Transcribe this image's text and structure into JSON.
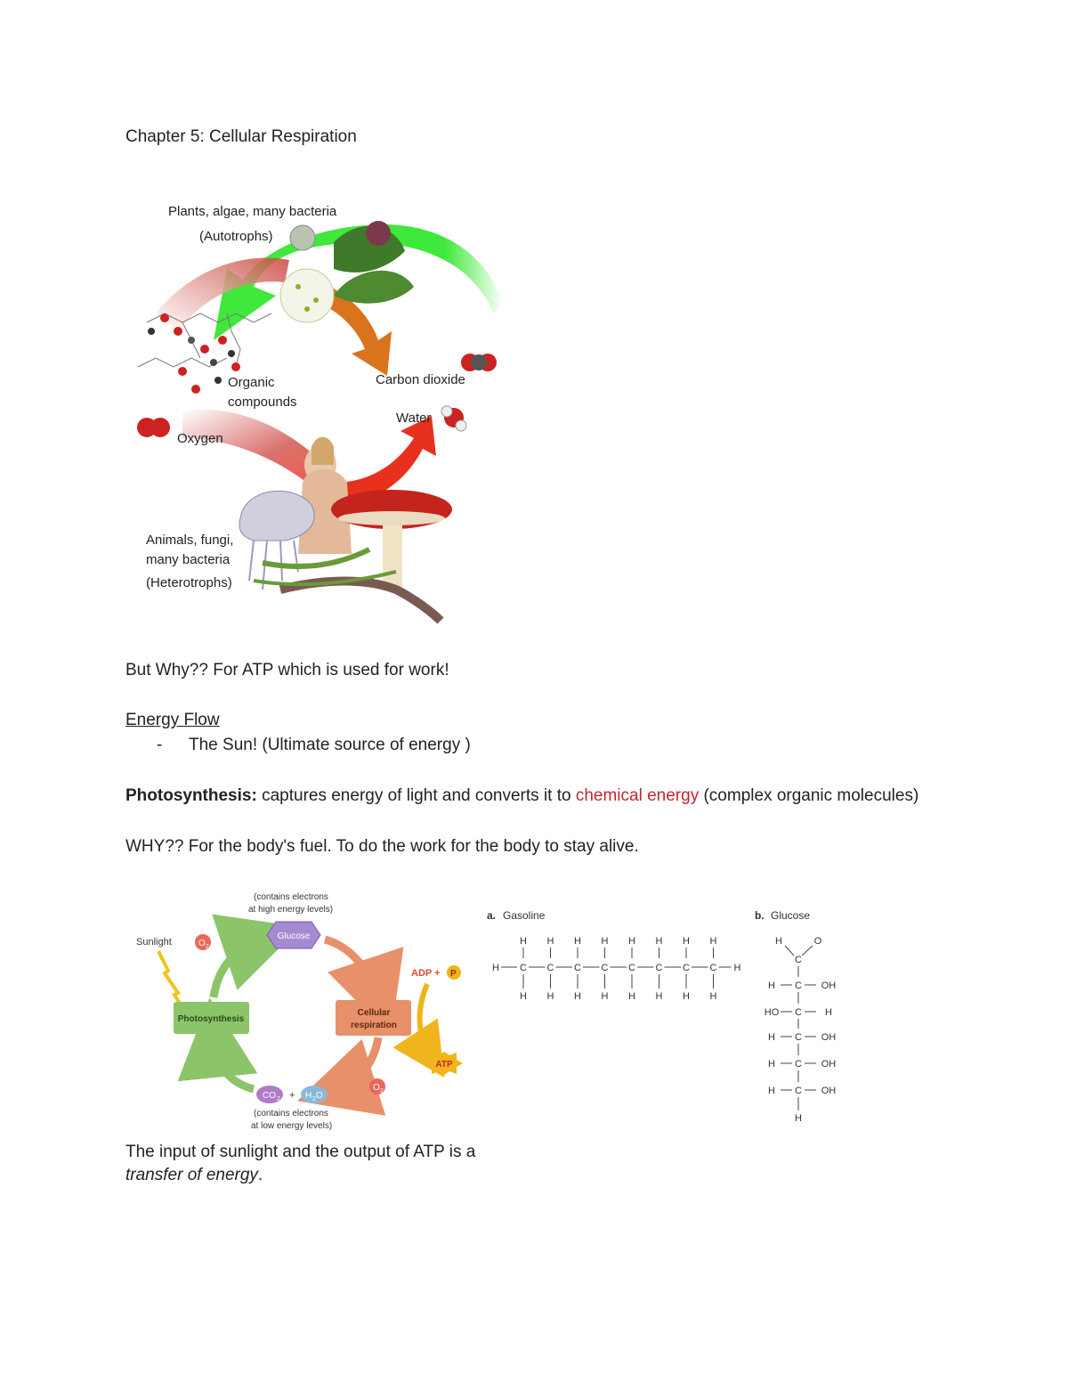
{
  "doc": {
    "title": "Chapter 5: Cellular Respiration",
    "why_atp": "But Why?? For ATP which is used for work!",
    "energy_flow_heading": "Energy Flow",
    "bullet_dash": "-",
    "bullet_text": "The Sun! (Ultimate source of energy )",
    "photosynthesis_term": "Photosynthesis:",
    "photosynthesis_def_1": " captures energy of light and converts it to ",
    "photosynthesis_highlight": "chemical energy",
    "photosynthesis_def_2": " (complex organic molecules)",
    "why_fuel": "WHY?? For the body's fuel. To do the work for the body to stay alive.",
    "transfer_line1": "The input of sunlight and the output of ATP is a",
    "transfer_line2_italic": "transfer of energy",
    "transfer_line2_end": ".",
    "highlight_color": "#c0282d"
  },
  "figure1": {
    "autotrophs_label1": "Plants, algae, many bacteria",
    "autotrophs_label2": "(Autotrophs)",
    "organic_label1": "Organic",
    "organic_label2": "compounds",
    "oxygen_label": "Oxygen",
    "co2_label": "Carbon dioxide",
    "water_label": "Water",
    "heterotrophs_label1": "Animals, fungi,",
    "heterotrophs_label2": "many bacteria",
    "heterotrophs_label3": "(Heterotrophs)",
    "green_arrow_color": "#3fe83a",
    "red_arrow_color": "#e8311c",
    "orange_arrow_color": "#d9731c"
  },
  "figure2": {
    "sunlight": "Sunlight",
    "glucose_note1": "(contains electrons",
    "glucose_note2": "at high energy levels)",
    "glucose": "Glucose",
    "o2": "O",
    "o2_sub": "2",
    "adp": "ADP +",
    "p": "P",
    "photosynthesis": "Photosynthesis",
    "cellular": "Cellular",
    "respiration": "respiration",
    "atp": "ATP",
    "co2": "CO",
    "co2_sub": "2",
    "plus": "+",
    "h2o": "H",
    "h2o_sub": "2",
    "h2o_end": "O",
    "low_note1": "(contains electrons",
    "low_note2": "at low energy levels)",
    "photo_color": "#8cc46a",
    "resp_color": "#e8906a"
  },
  "figure3": {
    "a_letter": "a.",
    "a_title": "Gasoline",
    "b_letter": "b.",
    "b_title": "Glucose",
    "h": "H",
    "c": "C",
    "o": "O",
    "oh": "OH",
    "ho": "HO"
  }
}
